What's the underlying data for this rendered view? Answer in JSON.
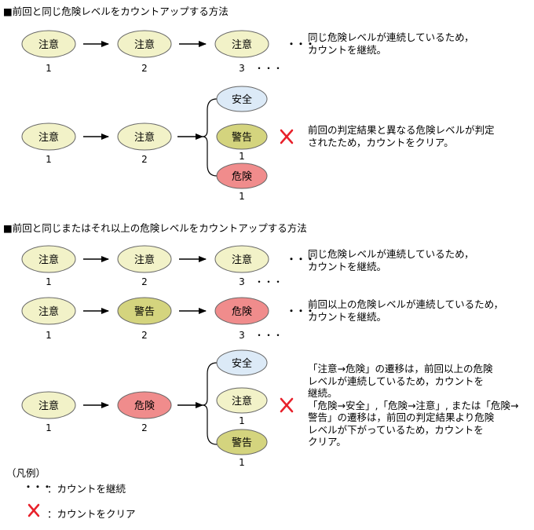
{
  "section1": {
    "heading": "■前回と同じ危険レベルをカウントアップする方法",
    "row1": {
      "nodes": [
        {
          "label": "注意",
          "count": "1"
        },
        {
          "label": "注意",
          "count": "2"
        },
        {
          "label": "注意",
          "count": "3"
        }
      ],
      "continue_dots": "・・・",
      "desc": "同じ危険レベルが連続しているため，\nカウントを継続。"
    },
    "row2": {
      "nodes": [
        {
          "label": "注意",
          "count": "1"
        },
        {
          "label": "注意",
          "count": "2"
        }
      ],
      "branches": [
        {
          "label": "安全",
          "count": ""
        },
        {
          "label": "警告",
          "count": "1"
        },
        {
          "label": "危険",
          "count": "1"
        }
      ],
      "desc": "前回の判定結果と異なる危険レベルが判定\nされたため，カウントをクリア。"
    }
  },
  "section2": {
    "heading": "■前回と同じまたはそれ以上の危険レベルをカウントアップする方法",
    "row1": {
      "nodes": [
        {
          "label": "注意",
          "count": "1"
        },
        {
          "label": "注意",
          "count": "2"
        },
        {
          "label": "注意",
          "count": "3"
        }
      ],
      "continue_dots": "・・・",
      "desc": "同じ危険レベルが連続しているため，\nカウントを継続。"
    },
    "row2": {
      "nodes": [
        {
          "label": "注意",
          "count": "1"
        },
        {
          "label": "警告",
          "count": "2"
        },
        {
          "label": "危険",
          "count": "3"
        }
      ],
      "continue_dots": "・・・",
      "desc": "前回以上の危険レベルが連続しているため，\nカウントを継続。"
    },
    "row3": {
      "nodes": [
        {
          "label": "注意",
          "count": "1"
        },
        {
          "label": "危険",
          "count": "2"
        }
      ],
      "branches": [
        {
          "label": "安全",
          "count": ""
        },
        {
          "label": "注意",
          "count": "1"
        },
        {
          "label": "警告",
          "count": "1"
        }
      ],
      "desc": "「注意→危険」の遷移は，前回以上の危険\nレベルが連続しているため，カウントを\n継続。\n「危険→安全」,「危険→注意」, または「危険→\n警告」の遷移は，前回の判定結果より危険\nレベルが下がっているため，カウントを\nクリア。"
    }
  },
  "legend": {
    "title": "（凡例）",
    "continue_symbol": "・・・",
    "continue_label": "：カウントを継続",
    "clear_label": "：カウントをクリア"
  },
  "colors": {
    "注意": "#f2f2c8",
    "警告": "#d4d47e",
    "危険": "#f08c8c",
    "安全": "#dceaf7",
    "clear_mark": "#e8202a"
  }
}
